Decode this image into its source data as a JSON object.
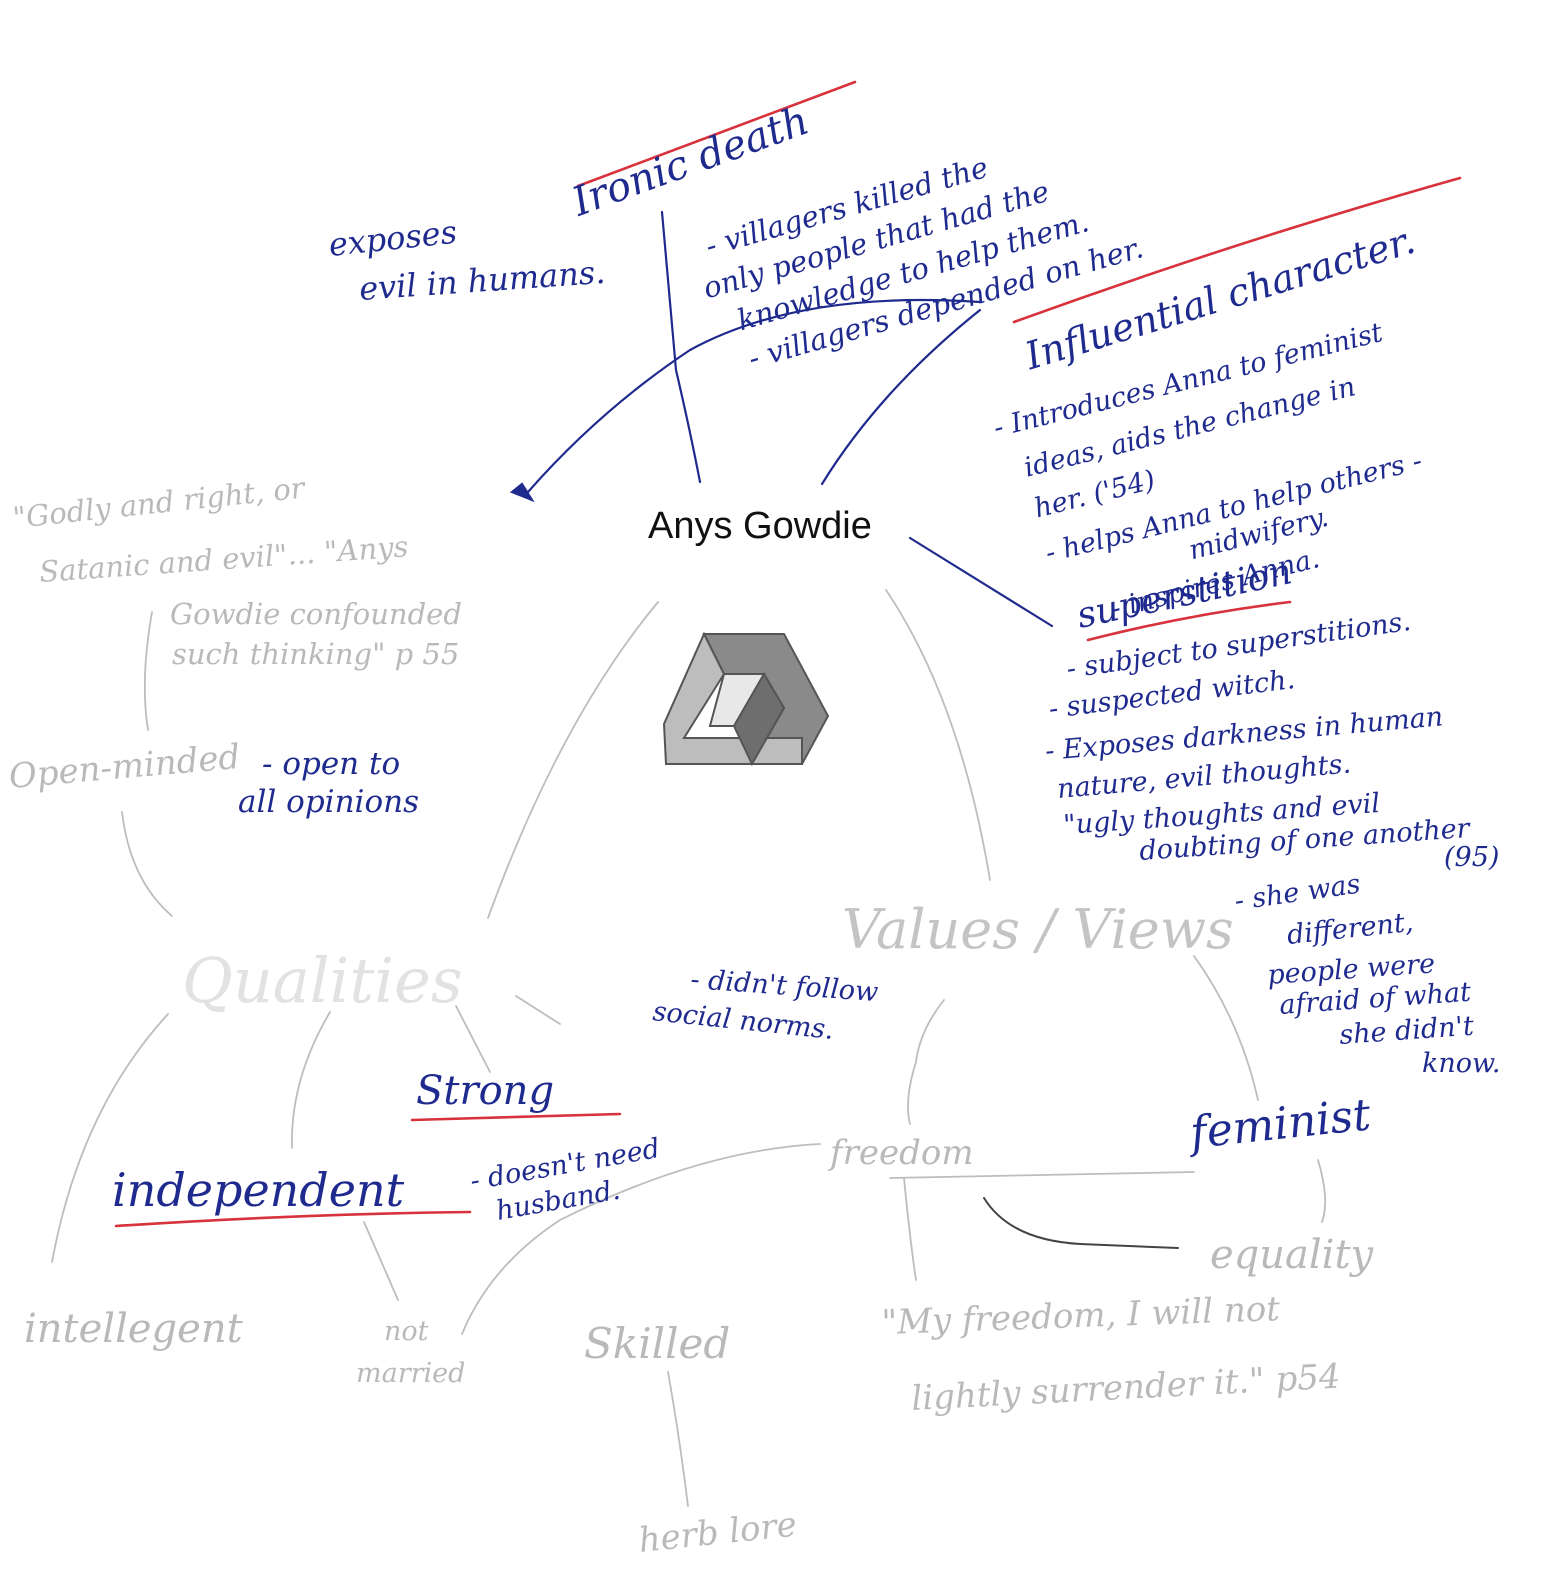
{
  "central": "Anys Gowdie",
  "colors": {
    "pen": "#1f2a8f",
    "pencil": "#b9b9b9",
    "underline": "#d8323c"
  },
  "ironic": {
    "heading": "Ironic death",
    "lines": [
      "- villagers killed the",
      "only people that had the",
      "knowledge to help them.",
      "- villagers depended on her."
    ]
  },
  "exposes": [
    "exposes",
    "evil in humans."
  ],
  "influential": {
    "heading": "Influential character.",
    "lines": [
      "- Introduces Anna to feminist",
      "ideas, aids the change in",
      "her. ('54)",
      "- helps Anna to help others -",
      "midwifery.",
      "- inspires Anna."
    ]
  },
  "superstition": {
    "heading": "superstition",
    "lines": [
      "- subject to superstitions.",
      "- suspected witch.",
      "- Exposes darkness in human",
      "nature, evil thoughts.",
      "\"ugly thoughts and evil",
      "doubting of one another",
      "(95)"
    ]
  },
  "quote_godly": [
    "\"Godly and right, or",
    "Satanic and evil\"... \"Anys",
    "Gowdie confounded",
    "such thinking\" p 55"
  ],
  "open_minded": {
    "label": "Open-minded",
    "note": [
      "- open to",
      "all opinions"
    ]
  },
  "qualities": "Qualities",
  "values_views": "Values / Views",
  "different": [
    "- she was",
    "different,",
    "people were",
    "afraid of what",
    "she didn't",
    "know."
  ],
  "social_norms": [
    "- didn't follow",
    "social norms."
  ],
  "strong": "Strong",
  "independent": {
    "label": "independent",
    "note": [
      "- doesn't need",
      "husband."
    ]
  },
  "freedom": "freedom",
  "feminist": "feminist",
  "equality": "equality",
  "intelligent": "intellegent",
  "not_married": [
    "not",
    "married"
  ],
  "skilled": "Skilled",
  "herb_lore": "herb lore",
  "my_freedom": [
    "\"My freedom, I will not",
    "lightly surrender it.\" p54"
  ],
  "logo": {
    "icon": "impossible-triangle-sketch"
  }
}
